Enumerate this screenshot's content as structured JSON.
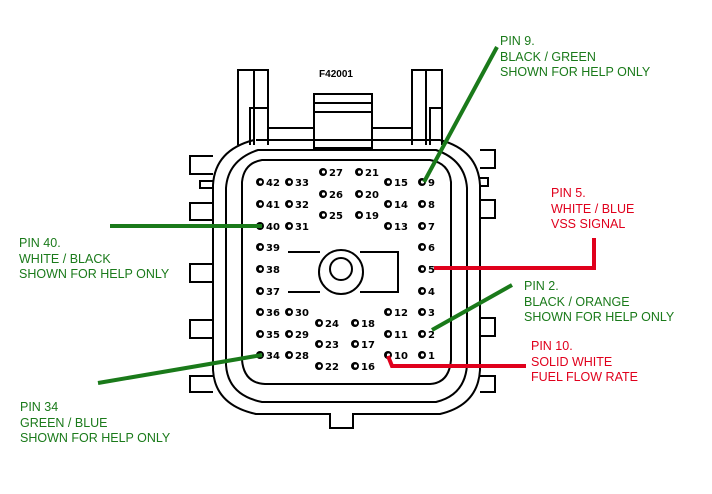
{
  "connector": {
    "id_label": "F42001",
    "pins": [
      {
        "n": "42"
      },
      {
        "n": "33"
      },
      {
        "n": "27"
      },
      {
        "n": "21"
      },
      {
        "n": "15"
      },
      {
        "n": "9"
      },
      {
        "n": "41"
      },
      {
        "n": "32"
      },
      {
        "n": "26"
      },
      {
        "n": "20"
      },
      {
        "n": "14"
      },
      {
        "n": "8"
      },
      {
        "n": "40"
      },
      {
        "n": "31"
      },
      {
        "n": "25"
      },
      {
        "n": "19"
      },
      {
        "n": "13"
      },
      {
        "n": "7"
      },
      {
        "n": "39"
      },
      {
        "n": "6"
      },
      {
        "n": "38"
      },
      {
        "n": "5"
      },
      {
        "n": "37"
      },
      {
        "n": "4"
      },
      {
        "n": "36"
      },
      {
        "n": "30"
      },
      {
        "n": "12"
      },
      {
        "n": "3"
      },
      {
        "n": "24"
      },
      {
        "n": "18"
      },
      {
        "n": "35"
      },
      {
        "n": "29"
      },
      {
        "n": "11"
      },
      {
        "n": "2"
      },
      {
        "n": "23"
      },
      {
        "n": "17"
      },
      {
        "n": "34"
      },
      {
        "n": "28"
      },
      {
        "n": "10"
      },
      {
        "n": "1"
      },
      {
        "n": "22"
      },
      {
        "n": "16"
      }
    ]
  },
  "colors": {
    "help_line": "#1a7a1a",
    "signal_line": "#e0001c"
  },
  "callouts": {
    "pin9": {
      "lines": [
        "PIN 9.",
        "BLACK / GREEN",
        "SHOWN FOR HELP ONLY"
      ],
      "kind": "help"
    },
    "pin5": {
      "lines": [
        "PIN 5.",
        "WHITE / BLUE",
        "VSS SIGNAL"
      ],
      "kind": "signal"
    },
    "pin40": {
      "lines": [
        "PIN 40.",
        "WHITE / BLACK",
        "SHOWN FOR HELP ONLY"
      ],
      "kind": "help"
    },
    "pin2": {
      "lines": [
        "PIN 2.",
        "BLACK / ORANGE",
        "SHOWN FOR HELP ONLY"
      ],
      "kind": "help"
    },
    "pin10": {
      "lines": [
        "PIN 10.",
        "SOLID WHITE",
        "FUEL FLOW RATE"
      ],
      "kind": "signal"
    },
    "pin34": {
      "lines": [
        "PIN 34",
        "GREEN / BLUE",
        "SHOWN FOR HELP ONLY"
      ],
      "kind": "help"
    }
  }
}
